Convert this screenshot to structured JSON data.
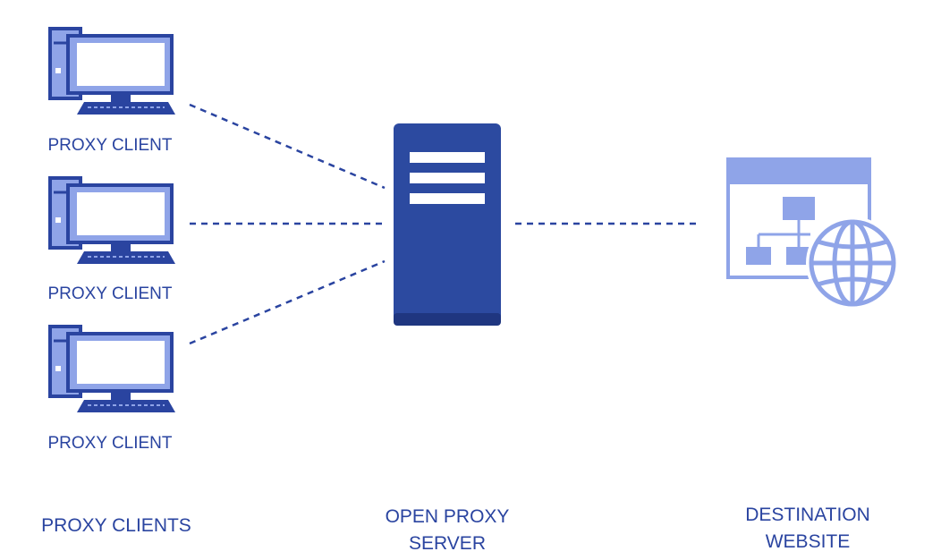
{
  "clients": [
    {
      "label": "PROXY CLIENT",
      "icon": "desktop-computer-icon"
    },
    {
      "label": "PROXY CLIENT",
      "icon": "desktop-computer-icon"
    },
    {
      "label": "PROXY CLIENT",
      "icon": "desktop-computer-icon"
    }
  ],
  "server": {
    "icon": "server-tower-icon"
  },
  "destination": {
    "icon": "website-globe-icon"
  },
  "columns": {
    "clients_label": "PROXY CLIENTS",
    "server_label_line1": "OPEN PROXY",
    "server_label_line2": "SERVER",
    "destination_label_line1": "DESTINATION",
    "destination_label_line2": "WEBSITE"
  },
  "colors": {
    "text": "#2a44a0",
    "line": "#2a44a0",
    "server_body": "#2c4aa0",
    "computer_outline": "#2a44a0",
    "computer_fill": "#8fa4e8",
    "website_fill": "#8fa4e8"
  }
}
